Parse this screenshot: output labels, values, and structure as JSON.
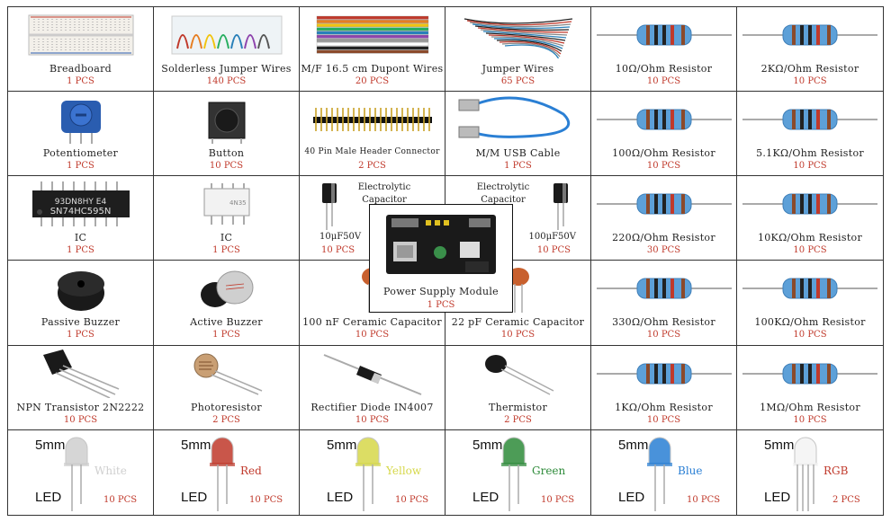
{
  "components": [
    {
      "name": "Breadboard",
      "qty": "1 PCS",
      "icon": "breadboard-icon"
    },
    {
      "name": "Solderless Jumper Wires",
      "qty": "140 PCS",
      "icon": "jumper-box-icon"
    },
    {
      "name": "M/F 16.5 cm Dupont Wires",
      "qty": "20 PCS",
      "icon": "dupont-wires-icon"
    },
    {
      "name": "Jumper Wires",
      "qty": "65 PCS",
      "icon": "jumper-wires-icon"
    },
    {
      "name": "10Ω/Ohm Resistor",
      "qty": "10 PCS",
      "icon": "resistor-icon"
    },
    {
      "name": "2KΩ/Ohm Resistor",
      "qty": "10 PCS",
      "icon": "resistor-icon"
    },
    {
      "name": "Potentiometer",
      "qty": "1 PCS",
      "icon": "potentiometer-icon"
    },
    {
      "name": "Button",
      "qty": "10 PCS",
      "icon": "button-icon"
    },
    {
      "name": "40 Pin Male Header Connector",
      "qty": "2 PCS",
      "icon": "header-pins-icon"
    },
    {
      "name": "M/M USB Cable",
      "qty": "1 PCS",
      "icon": "usb-cable-icon"
    },
    {
      "name": "100Ω/Ohm Resistor",
      "qty": "10 PCS",
      "icon": "resistor-icon"
    },
    {
      "name": "5.1KΩ/Ohm Resistor",
      "qty": "10 PCS",
      "icon": "resistor-icon"
    },
    {
      "name": "IC",
      "qty": "1 PCS",
      "icon": "ic-chip-icon"
    },
    {
      "name": "IC",
      "qty": "1 PCS",
      "icon": "optocoupler-icon"
    },
    {
      "name": "10μF50V",
      "qty": "10 PCS",
      "icon": "electrolytic-capacitor-icon",
      "label": "Electrolytic Capacitor"
    },
    {
      "name": "100μF50V",
      "qty": "10 PCS",
      "icon": "electrolytic-capacitor-icon",
      "label": "Electrolytic Capacitor"
    },
    {
      "name": "220Ω/Ohm Resistor",
      "qty": "30 PCS",
      "icon": "resistor-icon"
    },
    {
      "name": "10KΩ/Ohm Resistor",
      "qty": "10 PCS",
      "icon": "resistor-icon"
    },
    {
      "name": "Passive Buzzer",
      "qty": "1 PCS",
      "icon": "buzzer-icon"
    },
    {
      "name": "Active Buzzer",
      "qty": "1 PCS",
      "icon": "active-buzzer-icon"
    },
    {
      "name": "100 nF Ceramic Capacitor",
      "qty": "10 PCS",
      "icon": "ceramic-capacitor-icon"
    },
    {
      "name": "22 pF Ceramic Capacitor",
      "qty": "10 PCS",
      "icon": "ceramic-capacitor-icon"
    },
    {
      "name": "330Ω/Ohm Resistor",
      "qty": "10 PCS",
      "icon": "resistor-icon"
    },
    {
      "name": "100KΩ/Ohm Resistor",
      "qty": "10 PCS",
      "icon": "resistor-icon"
    },
    {
      "name": "NPN Transistor 2N2222",
      "qty": "10 PCS",
      "icon": "transistor-icon"
    },
    {
      "name": "Photoresistor",
      "qty": "2 PCS",
      "icon": "photoresistor-icon"
    },
    {
      "name": "Rectifier Diode IN4007",
      "qty": "10 PCS",
      "icon": "diode-icon"
    },
    {
      "name": "Thermistor",
      "qty": "2 PCS",
      "icon": "thermistor-icon"
    },
    {
      "name": "1KΩ/Ohm Resistor",
      "qty": "10 PCS",
      "icon": "resistor-icon"
    },
    {
      "name": "1MΩ/Ohm Resistor",
      "qty": "10 PCS",
      "icon": "resistor-icon"
    }
  ],
  "chip_text": [
    "93DN8HY E4",
    "SN74HC595N"
  ],
  "power_supply": {
    "name": "Power Supply Module",
    "qty": "1 PCS",
    "icon": "power-supply-module-icon"
  },
  "leds": [
    {
      "size": "5mm",
      "word": "LED",
      "color": "White",
      "qty": "10 PCS",
      "hex": "#cfcfcf"
    },
    {
      "size": "5mm",
      "word": "LED",
      "color": "Red",
      "qty": "10 PCS",
      "hex": "#c0392b"
    },
    {
      "size": "5mm",
      "word": "LED",
      "color": "Yellow",
      "qty": "10 PCS",
      "hex": "#d6d84a"
    },
    {
      "size": "5mm",
      "word": "LED",
      "color": "Green",
      "qty": "10 PCS",
      "hex": "#2e8b3a"
    },
    {
      "size": "5mm",
      "word": "LED",
      "color": "Blue",
      "qty": "10 PCS",
      "hex": "#2a7fd4"
    },
    {
      "size": "5mm",
      "word": "LED",
      "color": "RGB",
      "qty": "2 PCS",
      "hex": "#c0392b"
    }
  ],
  "colors": {
    "border": "#333333",
    "qty": "#c0392b",
    "resistor_body": "#5da0d8"
  }
}
